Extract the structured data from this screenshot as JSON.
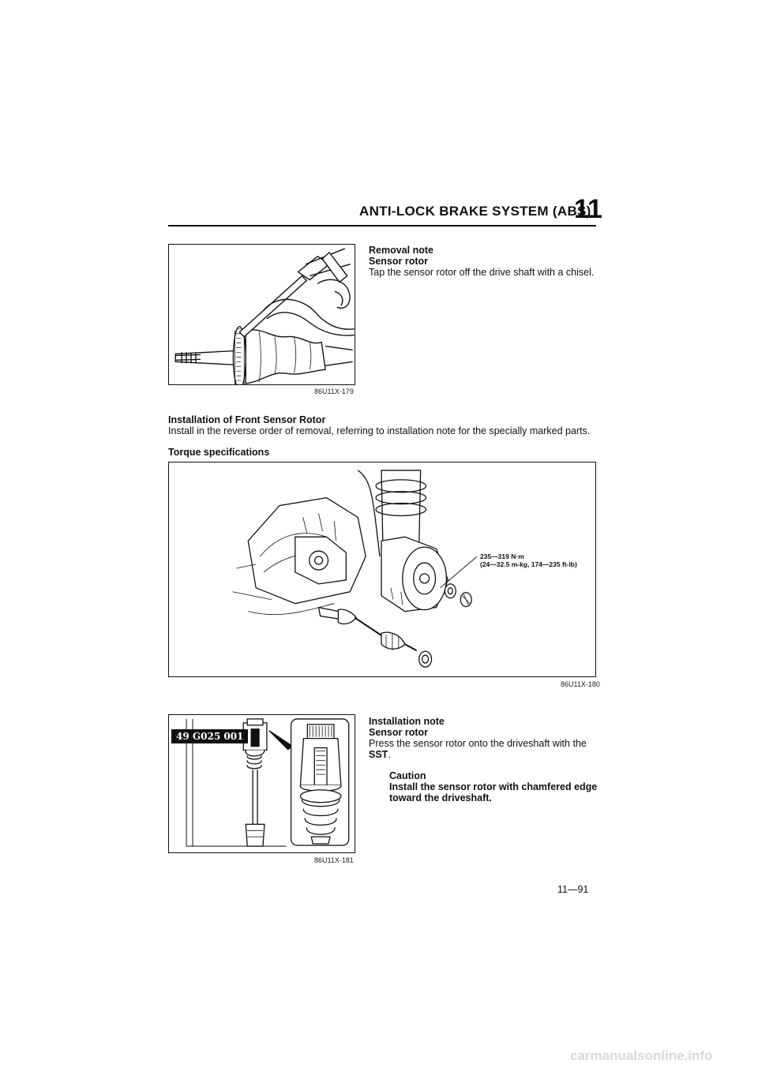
{
  "header": {
    "title": "ANTI-LOCK BRAKE SYSTEM (ABS)",
    "chapter": "11"
  },
  "removal": {
    "heading": "Removal note",
    "subheading": "Sensor rotor",
    "text": "Tap the sensor rotor off the drive shaft with a chisel.",
    "figure_id": "86U11X-179"
  },
  "installation": {
    "heading": "Installation of Front Sensor Rotor",
    "text": "Install in the reverse order of removal, referring to installation note for the specially marked parts."
  },
  "torque": {
    "heading": "Torque specifications",
    "value_line1": "235—319 N·m",
    "value_line2": "(24—32.5 m-kg, 174—235 ft-lb)",
    "figure_id": "86U11X-180"
  },
  "install_note": {
    "heading": "Installation note",
    "subheading": "Sensor rotor",
    "text_before": "Press the sensor rotor onto the driveshaft with the",
    "text_sst": "SST",
    "text_after": ".",
    "caution_heading": "Caution",
    "caution_text": "Install the sensor rotor with chamfered edge toward the driveshaft.",
    "tool_label": "49 G025 001",
    "figure_id": "86U11X-181"
  },
  "footer": {
    "page_number": "11—91"
  },
  "watermark": {
    "text": "carmanualsonline.info"
  }
}
